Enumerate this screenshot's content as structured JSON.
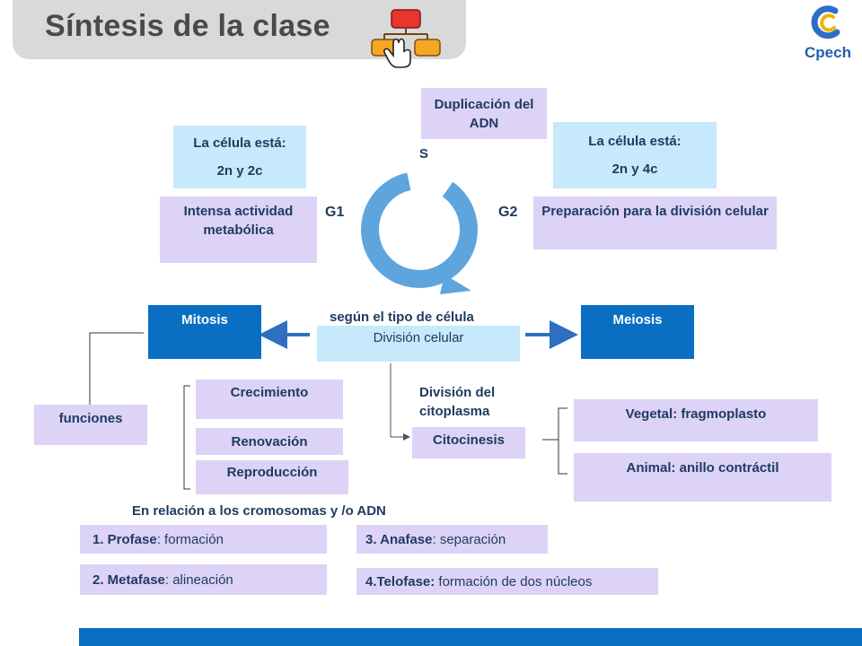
{
  "header": {
    "title": "Síntesis de la clase",
    "logo_text": "Cpech"
  },
  "cycle": {
    "s_label": "S",
    "g1_label": "G1",
    "g2_label": "G2",
    "s_phase": "Duplicación del ADN",
    "g1_state_title": "La célula está:",
    "g1_state_value": "2n y 2c",
    "g1_desc": "Intensa actividad metabólica",
    "g2_state_title": "La célula está:",
    "g2_state_value": "2n y 4c",
    "g2_desc": "Preparación para la división celular"
  },
  "division": {
    "caption": "según el tipo de célula",
    "center": "División celular",
    "mitosis": "Mitosis",
    "meiosis": "Meiosis"
  },
  "funciones": {
    "label": "funciones",
    "items": [
      "Crecimiento",
      "Renovación",
      "Reproducción"
    ]
  },
  "citocinesis": {
    "caption": "División del citoplasma",
    "label": "Citocinesis",
    "types": [
      "Vegetal: fragmoplasto",
      "Animal: anillo contráctil"
    ]
  },
  "phases": {
    "caption": "En relación a los cromosomas y /o ADN",
    "items": [
      {
        "name": "1. Profase",
        "desc": ": formación"
      },
      {
        "name": "2. Metafase",
        "desc": ": alineación"
      },
      {
        "name": "3. Anafase",
        "desc": ": separación"
      },
      {
        "name": "4.Telofase:",
        "desc": " formación de dos núcleos"
      }
    ]
  },
  "colors": {
    "lavender": "#dcd3f7",
    "light_blue": "#c6e9fb",
    "dark_blue": "#0a6fc2",
    "text": "#1f3a5f"
  }
}
